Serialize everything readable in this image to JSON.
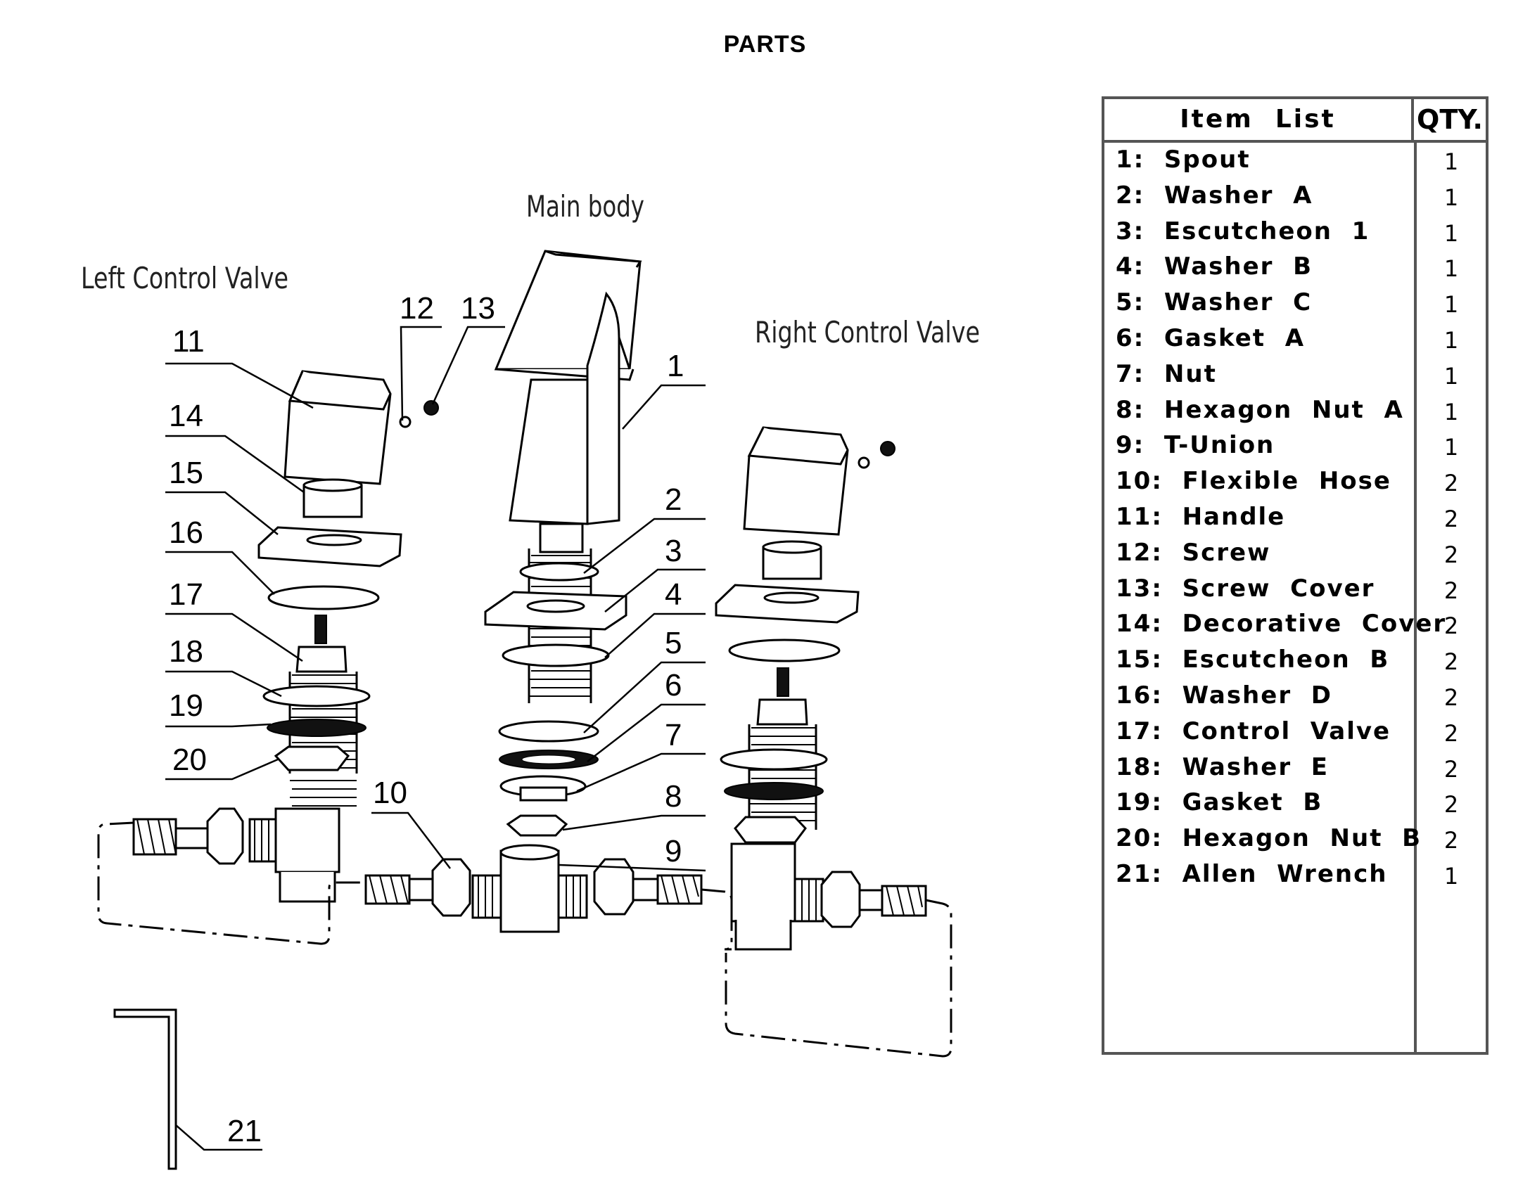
{
  "title": "PARTS",
  "sections": {
    "left": "Left Control Valve",
    "main": "Main body",
    "right": "Right Control Valve"
  },
  "callouts": [
    "1",
    "2",
    "3",
    "4",
    "5",
    "6",
    "7",
    "8",
    "9",
    "10",
    "11",
    "12",
    "13",
    "14",
    "15",
    "16",
    "17",
    "18",
    "19",
    "20",
    "21"
  ],
  "table": {
    "header_name": "Item  List",
    "header_qty": "QTY.",
    "rows": [
      {
        "name": "1:  Spout",
        "qty": "1"
      },
      {
        "name": "2:  Washer  A",
        "qty": "1"
      },
      {
        "name": "3:  Escutcheon  1",
        "qty": "1"
      },
      {
        "name": "4:  Washer  B",
        "qty": "1"
      },
      {
        "name": "5:  Washer  C",
        "qty": "1"
      },
      {
        "name": "6:  Gasket  A",
        "qty": "1"
      },
      {
        "name": "7:  Nut",
        "qty": "1"
      },
      {
        "name": "8:  Hexagon  Nut  A",
        "qty": "1"
      },
      {
        "name": "9:  T-Union",
        "qty": "1"
      },
      {
        "name": "10:  Flexible  Hose",
        "qty": "2"
      },
      {
        "name": "11:  Handle",
        "qty": "2"
      },
      {
        "name": "12:  Screw",
        "qty": "2"
      },
      {
        "name": "13:  Screw  Cover",
        "qty": "2"
      },
      {
        "name": "14:  Decorative  Cover",
        "qty": "2"
      },
      {
        "name": "15:  Escutcheon  B",
        "qty": "2"
      },
      {
        "name": "16:  Washer  D",
        "qty": "2"
      },
      {
        "name": "17:  Control  Valve",
        "qty": "2"
      },
      {
        "name": "18:  Washer  E",
        "qty": "2"
      },
      {
        "name": "19:  Gasket  B",
        "qty": "2"
      },
      {
        "name": "20:  Hexagon  Nut  B",
        "qty": "2"
      },
      {
        "name": "21:  Allen  Wrench",
        "qty": "1"
      }
    ]
  }
}
